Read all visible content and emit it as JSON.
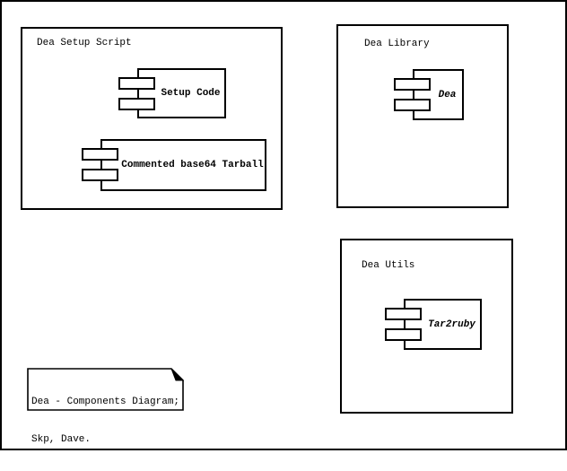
{
  "diagram": {
    "type": "uml-component-diagram",
    "background_color": "#ffffff",
    "line_color": "#000000",
    "packages": [
      {
        "title": "Dea Setup Script",
        "components": [
          {
            "name": "Setup Code",
            "style": "bold"
          },
          {
            "name": "Commented base64 Tarball",
            "style": "bold"
          }
        ]
      },
      {
        "title": "Dea Library",
        "components": [
          {
            "name": "Dea",
            "style": "bold-italic"
          }
        ]
      },
      {
        "title": "Dea Utils",
        "components": [
          {
            "name": "Tar2ruby",
            "style": "bold-italic"
          }
        ]
      }
    ],
    "note": {
      "lines": [
        "Dea - Components Diagram;",
        "Skp, Dave."
      ]
    }
  }
}
